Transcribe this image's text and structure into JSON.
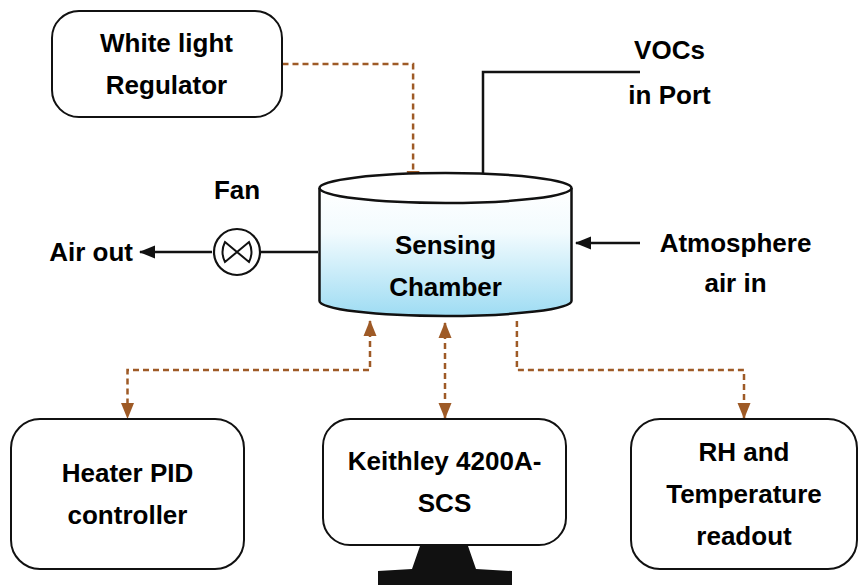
{
  "diagram": {
    "nodes": [
      {
        "text": [
          "White light Regulator"
        ]
      },
      {
        "text": [
          "Fan"
        ]
      },
      {
        "text": [
          "Sensing Chamber"
        ]
      },
      {
        "text": [
          "Heater PID controller"
        ]
      },
      {
        "text": [
          "Keithley 4200A-SCS"
        ]
      },
      {
        "text": [
          "RH and Temperature readout"
        ]
      }
    ],
    "edges": [
      {
        "from": 0,
        "to": 2,
        "arrow": "to"
      },
      {
        "from": 1,
        "to": 2,
        "arrow": "none"
      },
      {
        "from": 2,
        "to": 3,
        "arrow": "both"
      },
      {
        "from": 2,
        "to": 4,
        "arrow": "both"
      },
      {
        "from": 2,
        "to": 5,
        "arrow": "to"
      }
    ],
    "labels": [
      "VOCs in Port",
      "Atmosphere air in",
      "Air out"
    ]
  }
}
